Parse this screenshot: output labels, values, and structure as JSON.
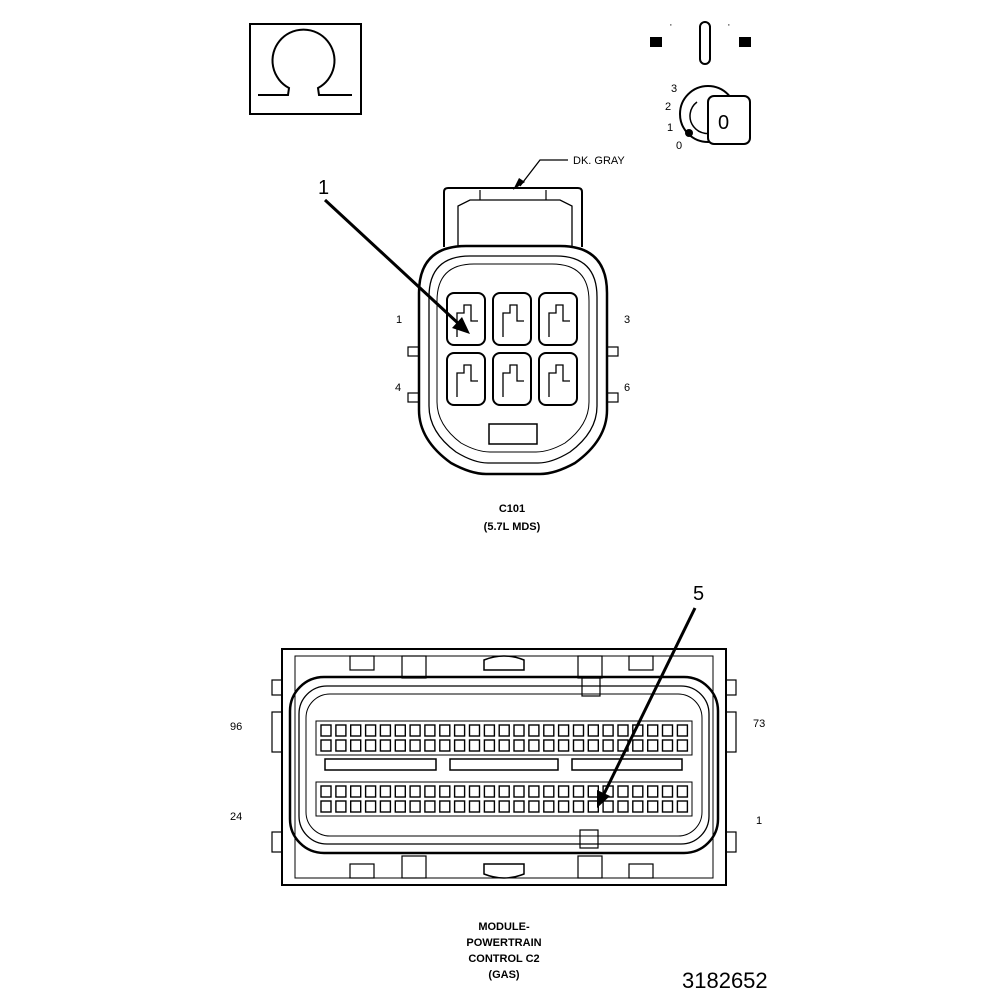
{
  "ohm_symbol": "Ω",
  "ignition": {
    "positions": [
      "3",
      "2",
      "1",
      "0"
    ],
    "key_label": "0"
  },
  "wire_label": "DK. GRAY",
  "connector_c101": {
    "callout": "1",
    "pin_left_top": "1",
    "pin_left_bottom": "4",
    "pin_right_top": "3",
    "pin_right_bottom": "6",
    "name": "C101",
    "sub": "(5.7L MDS)"
  },
  "connector_c2": {
    "callout": "5",
    "pin_left_top": "96",
    "pin_left_bottom": "24",
    "pin_right_top": "73",
    "pin_right_bottom": "1",
    "title_lines": [
      "MODULE-",
      "POWERTRAIN",
      "CONTROL C2",
      "(GAS)"
    ]
  },
  "figure_number": "3182652"
}
